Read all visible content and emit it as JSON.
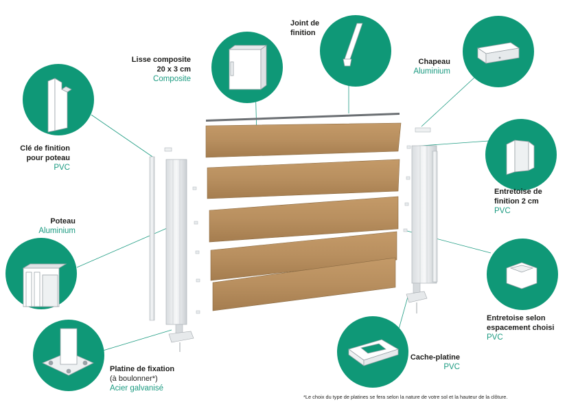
{
  "colors": {
    "accent": "#0f9877",
    "label_accent": "#1a9a80",
    "board": "#b88f5f",
    "text": "#1d1d1b"
  },
  "labels": {
    "lisse": {
      "title": "Lisse composite\n20 x 3 cm",
      "sub": "Composite"
    },
    "joint": {
      "title": "Joint de\nfinition"
    },
    "chapeau": {
      "title": "Chapeau",
      "sub": "Aluminium"
    },
    "cle": {
      "title": "Clé de finition\npour poteau",
      "sub": "PVC"
    },
    "poteau": {
      "title": "Poteau",
      "sub": "Aluminium"
    },
    "entretoise_finition": {
      "title": "Entretoise de\nfinition 2 cm",
      "sub": "PVC"
    },
    "entretoise_espacement": {
      "title": "Entretoise selon\nespacement choisi",
      "sub": "PVC"
    },
    "cache_platine": {
      "title": "Cache-platine",
      "sub": "PVC"
    },
    "platine": {
      "title": "Platine de fixation",
      "note": "(à boulonner*)",
      "sub": "Acier galvanisé"
    }
  },
  "footnote": "*Le choix du type de platines se fera selon la nature de votre sol et la hauteur de la clôture.",
  "icons": [
    "post-key-icon",
    "post-profile-icon",
    "base-plate-icon",
    "composite-board-icon",
    "finishing-joint-icon",
    "post-cap-icon",
    "spacer-2cm-icon",
    "spacer-icon",
    "plate-cover-icon"
  ]
}
